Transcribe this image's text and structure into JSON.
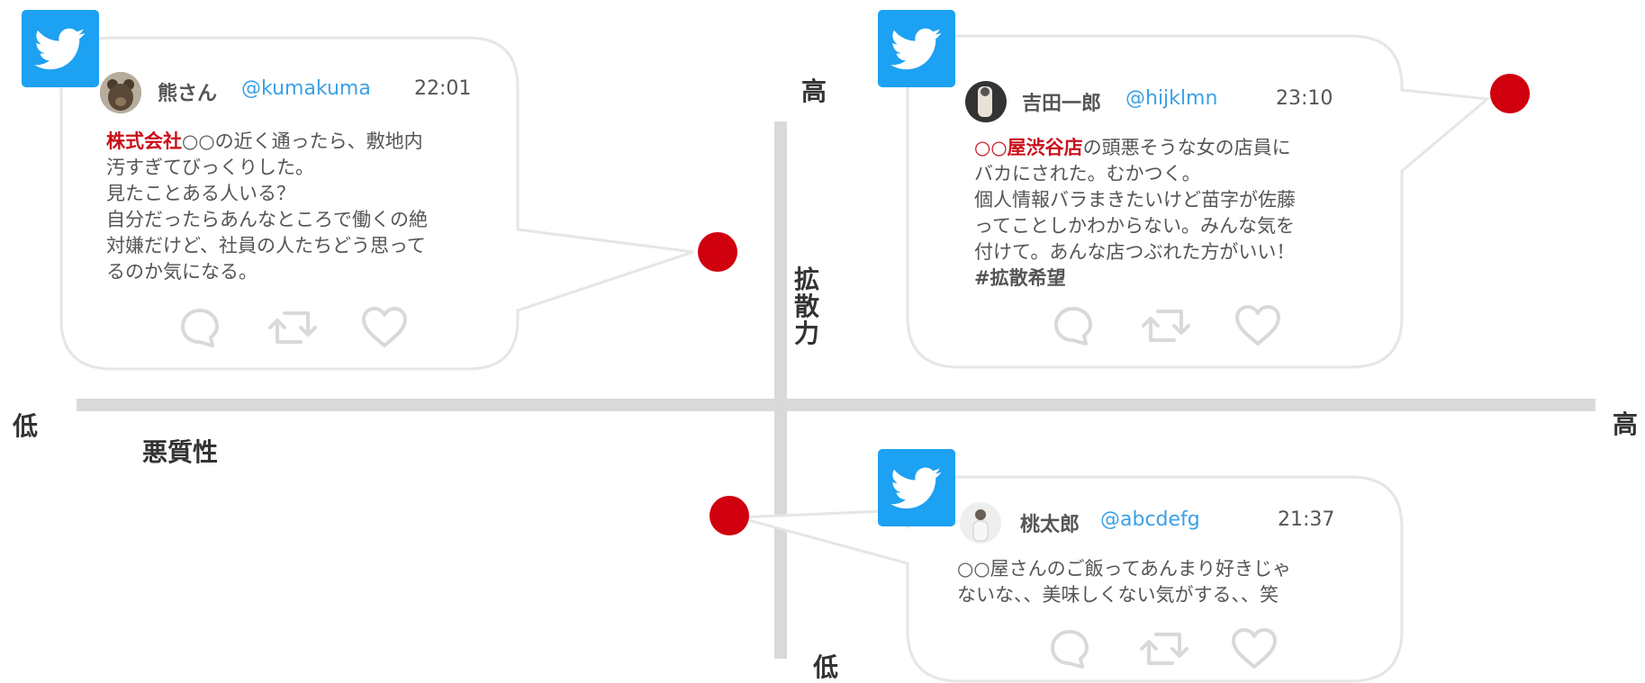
{
  "axes": {
    "vertical_title": "拡散力",
    "vertical_high": "高",
    "vertical_low": "低",
    "horizontal_title": "悪質性",
    "horizontal_low": "低",
    "horizontal_high": "高"
  },
  "tweets": [
    {
      "user": "熊さん",
      "handle": "@kumakuma",
      "time": "22:01",
      "highlight_a": "株式会社",
      "text_a": "○○の近く通ったら、敷地内\n汚すぎてびっくりした。\n見たことある人いる？\n自分だったらあんなところで働くの絶\n対嫌だけど、社員の人たちどう思って\nるのか気になる。"
    },
    {
      "user": "吉田一郎",
      "handle": "@hijklmn",
      "time": "23:10",
      "prefix": "○○",
      "highlight_b": "屋渋谷店",
      "text_b": "の頭悪そうな女の店員に\nバカにされた。むかつく。\n個人情報バラまきたいけど苗字が佐藤\nってことしかわからない。みんな気を\n付けて。あんな店つぶれた方がいい！",
      "hashtag": "#拡散希望"
    },
    {
      "user": "桃太郎",
      "handle": "@abcdefg",
      "time": "21:37",
      "text": "○○屋さんのご飯ってあんまり好きじゃ\nないな、、美味しくない気がする、、笑"
    }
  ],
  "colors": {
    "twitter_blue": "#1da1f2",
    "dot_red": "#d0000e",
    "highlight_red": "#c8101a",
    "handle_blue": "#3aa0e6",
    "axis_gray": "#d9d9d9",
    "bubble_border": "#e6e6e6"
  },
  "icons": [
    "twitter-bird-icon",
    "reply-icon",
    "retweet-icon",
    "like-icon"
  ]
}
